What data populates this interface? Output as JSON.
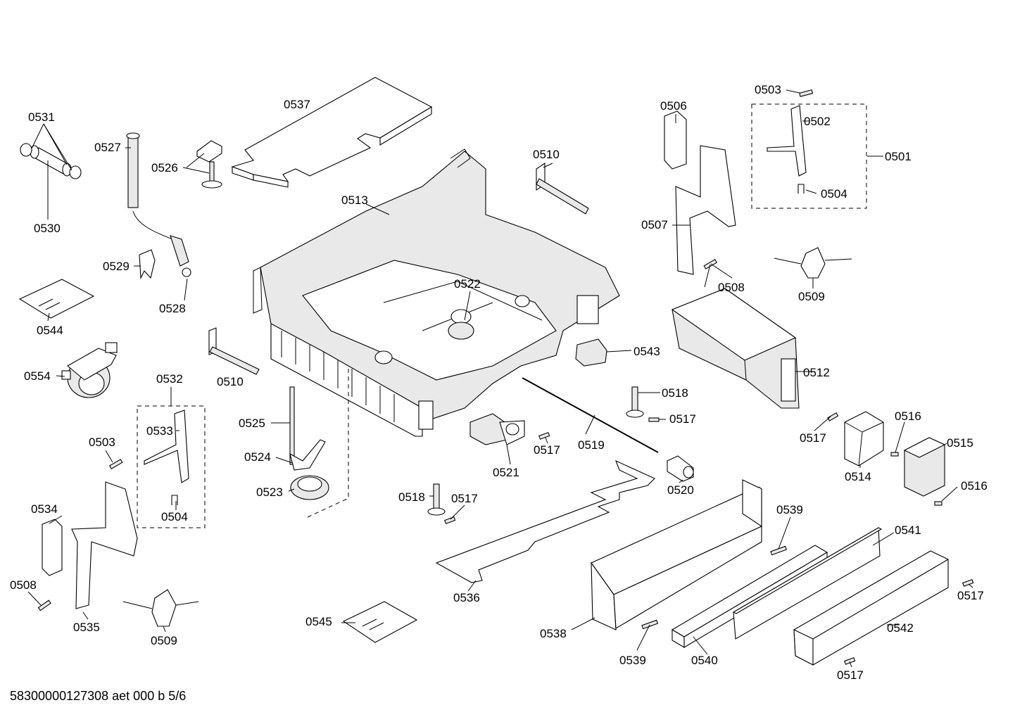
{
  "footer_text": "58300000127308 aet 000 b 5/6",
  "labels": {
    "p0531": "0531",
    "p0530": "0530",
    "p0527": "0527",
    "p0526": "0526",
    "p0537": "0537",
    "p0510a": "0510",
    "p0510b": "0510",
    "p0513": "0513",
    "p0529": "0529",
    "p0528": "0528",
    "p0544": "0544",
    "p0554": "0554",
    "p0522": "0522",
    "p0543": "0543",
    "p0532": "0532",
    "p0533": "0533",
    "p0503a": "0503",
    "p0503b": "0503",
    "p0504a": "0504",
    "p0504b": "0504",
    "p0534": "0534",
    "p0508a": "0508",
    "p0508b": "0508",
    "p0535": "0535",
    "p0509a": "0509",
    "p0509b": "0509",
    "p0525": "0525",
    "p0524": "0524",
    "p0523": "0523",
    "p0545": "0545",
    "p0506": "0506",
    "p0507": "0507",
    "p0502": "0502",
    "p0501": "0501",
    "p0512": "0512",
    "p0518a": "0518",
    "p0518b": "0518",
    "p0517a": "0517",
    "p0517b": "0517",
    "p0517c": "0517",
    "p0517d": "0517",
    "p0517e": "0517",
    "p0517f": "0517",
    "p0519": "0519",
    "p0520": "0520",
    "p0521": "0521",
    "p0514": "0514",
    "p0516a": "0516",
    "p0516b": "0516",
    "p0515": "0515",
    "p0536": "0536",
    "p0538": "0538",
    "p0539a": "0539",
    "p0539b": "0539",
    "p0540": "0540",
    "p0541": "0541",
    "p0542": "0542"
  }
}
